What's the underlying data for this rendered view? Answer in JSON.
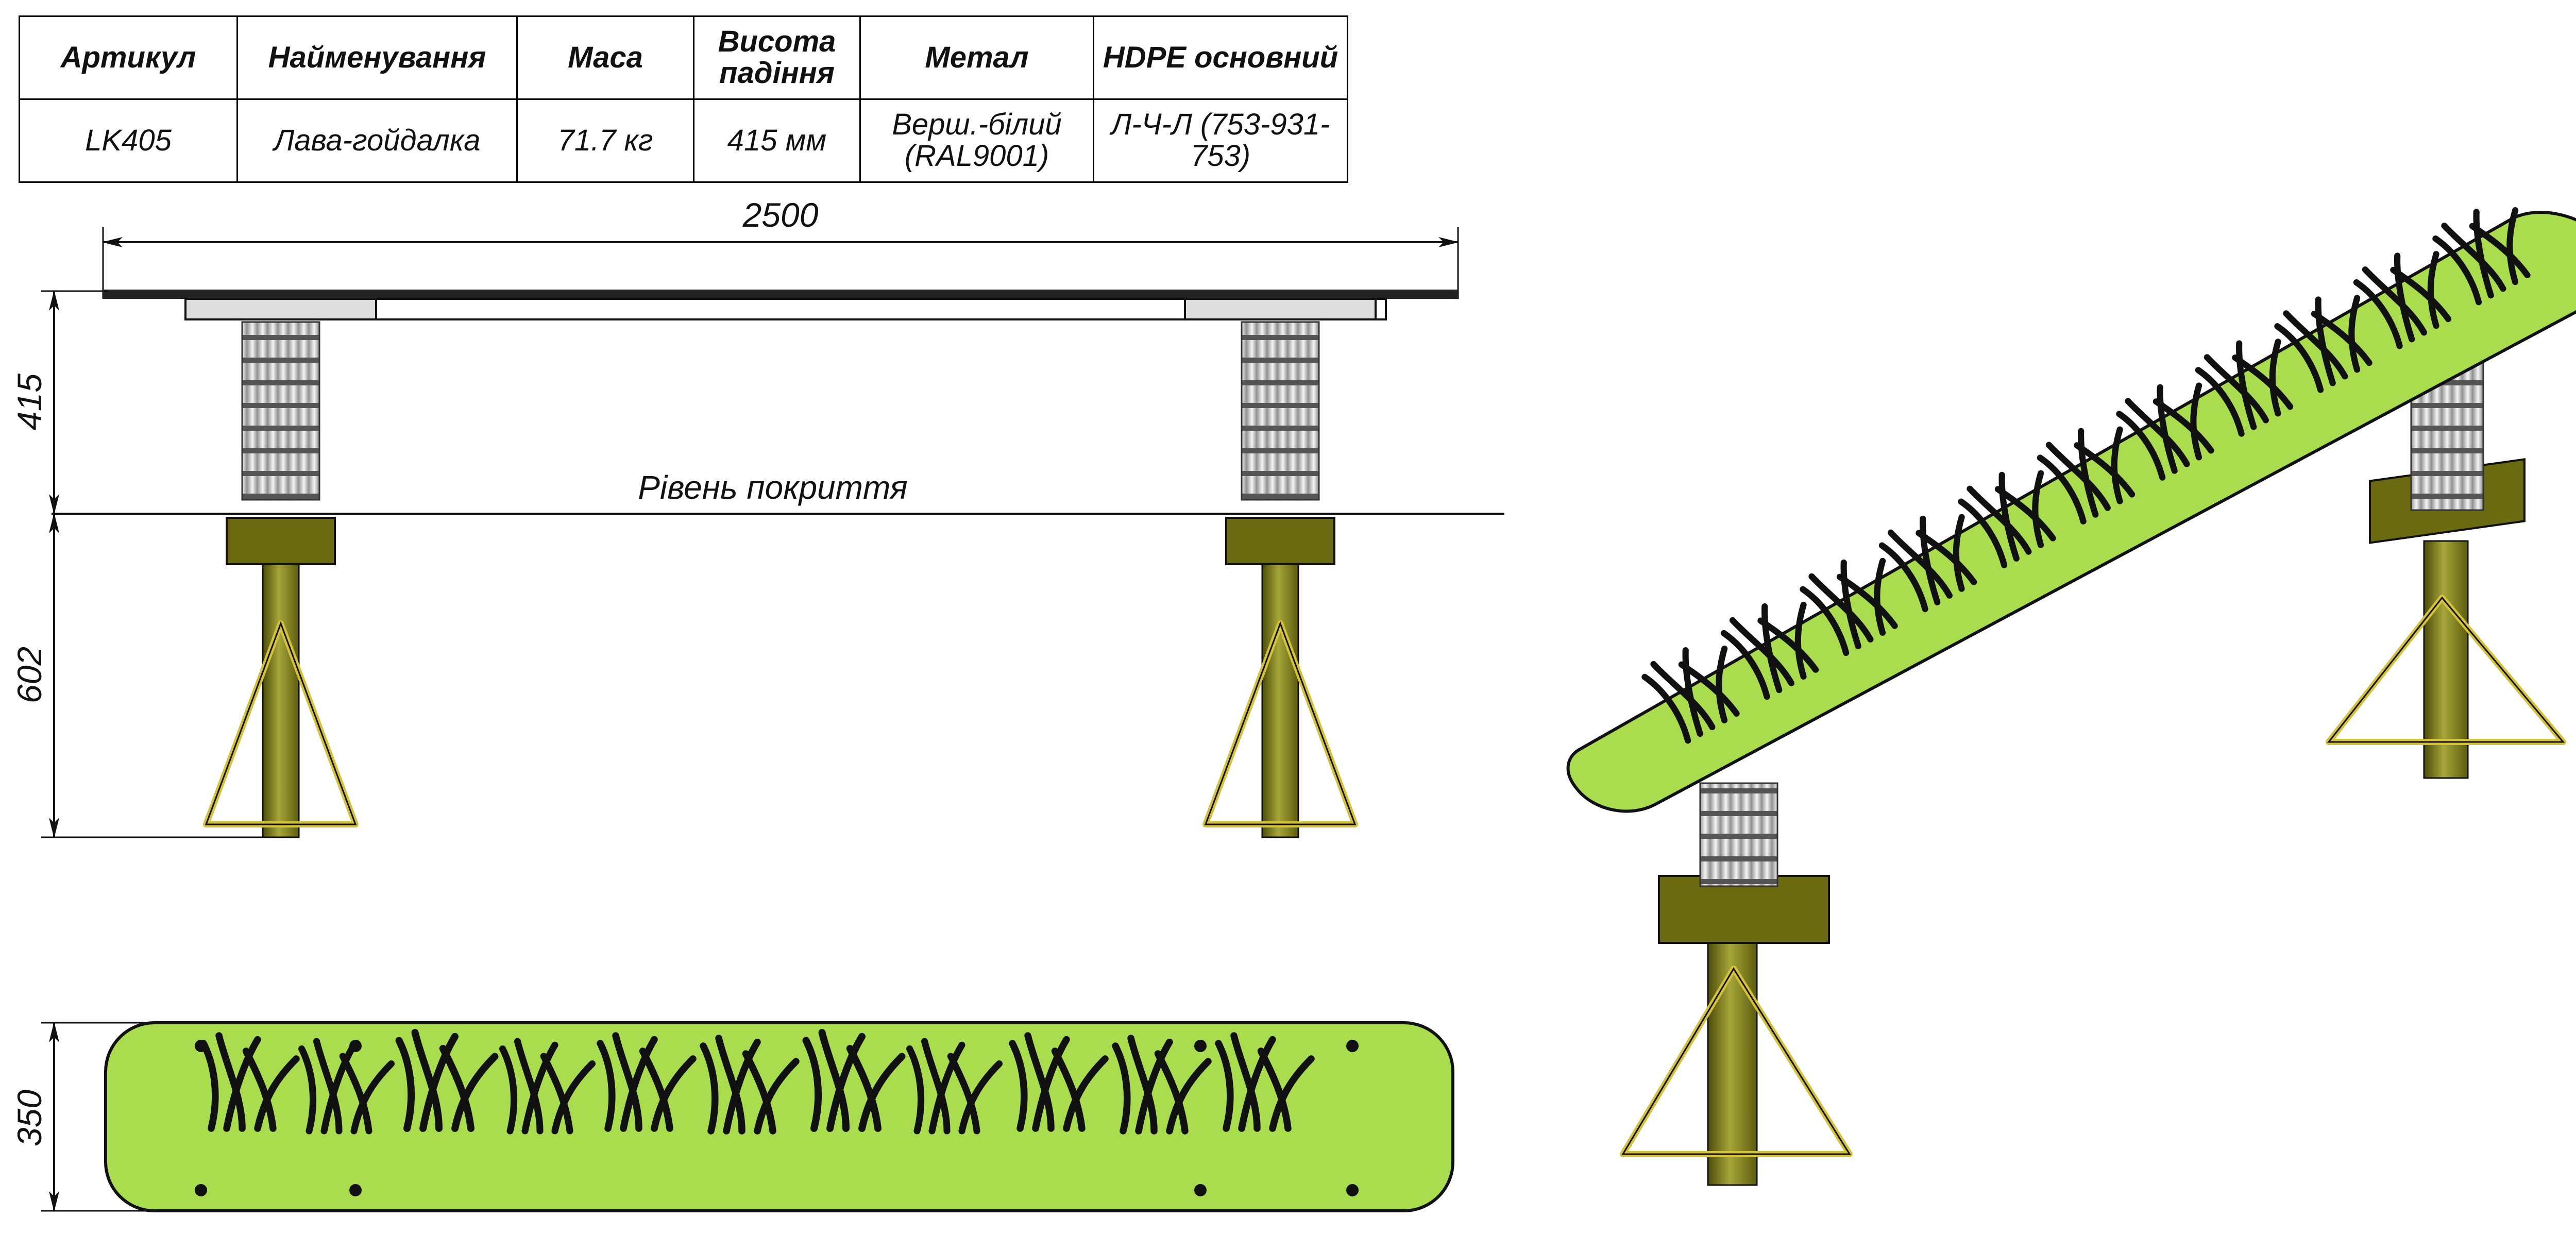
{
  "table": {
    "headers": [
      "Артикул",
      "Найменування",
      "Маса",
      "Висота падіння",
      "Метал",
      "HDPE основний"
    ],
    "row": [
      "LK405",
      "Лава-гойдалка",
      "71.7 кг",
      "415 мм",
      "Верш.-білий (RAL9001)",
      "Л-Ч-Л (753-931-753)"
    ]
  },
  "dimensions": {
    "length": "2500",
    "seat_height": "415",
    "depth_below": "602",
    "width": "350"
  },
  "labels": {
    "ground_level": "Рівень покриття"
  },
  "colors": {
    "seat_green": "#a9dd4e",
    "seat_green_dark": "#8fc43a",
    "post_olive": "#7a7a12",
    "post_olive_light": "#b8b84a",
    "spring_light": "#e8e8e8",
    "spring_dark": "#777777",
    "plate_dark": "#3a3a3a",
    "leg_yellow": "#e5d44a"
  },
  "icons": [
    "grass-pattern",
    "spring",
    "anchor-leg"
  ]
}
